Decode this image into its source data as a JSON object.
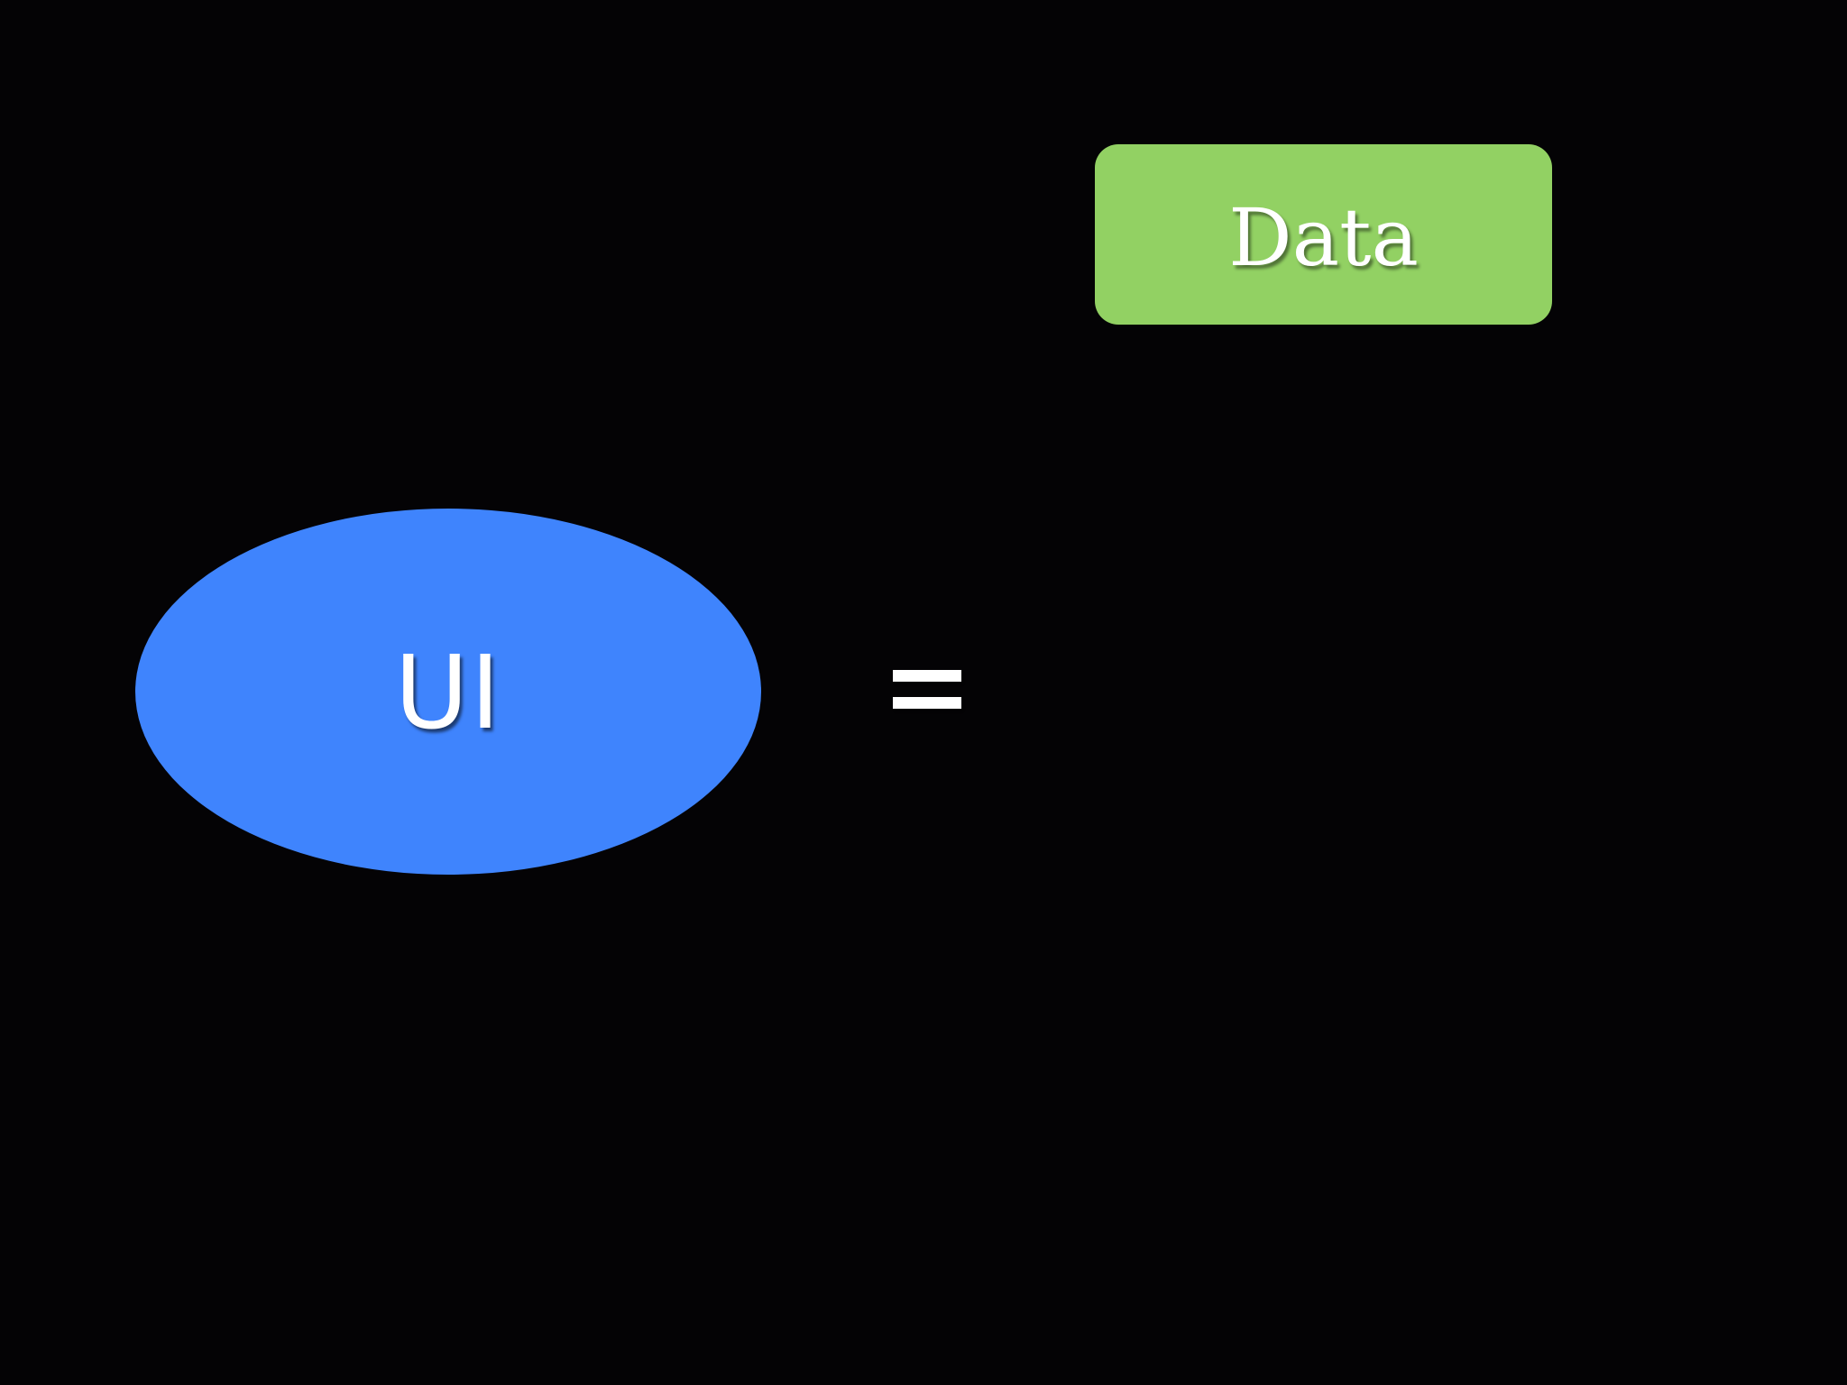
{
  "diagram": {
    "ui_node": {
      "label": "UI",
      "shape": "ellipse",
      "fill": "#3f84fd"
    },
    "operator": {
      "symbol": "="
    },
    "data_node": {
      "label": "Data",
      "shape": "rounded-rectangle",
      "fill": "#92d163"
    },
    "background": "#040305",
    "text_color": "#ffffff"
  }
}
